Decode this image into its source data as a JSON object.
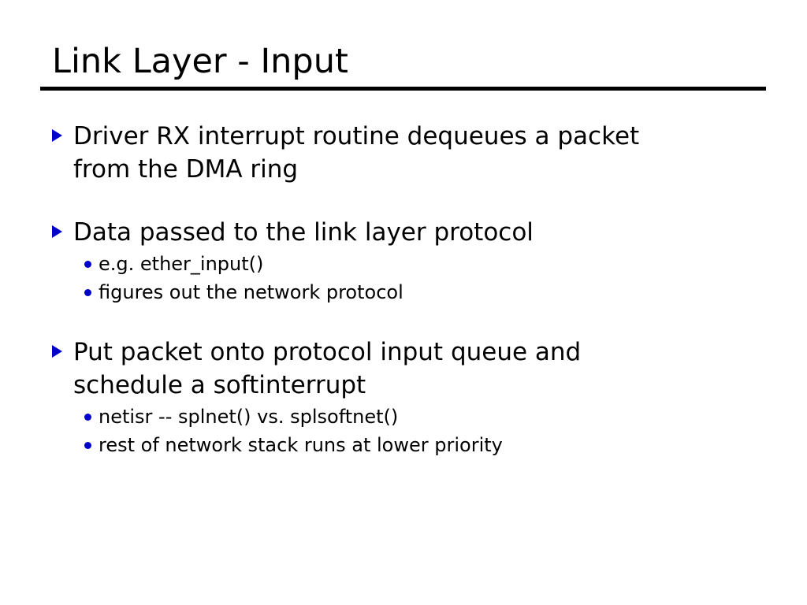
{
  "slide": {
    "title": "Link Layer - Input",
    "bullet_marker_color": "#0000cc",
    "text_color": "#000000",
    "background_color": "#ffffff",
    "rule_color": "#000000",
    "content": [
      {
        "text": "Driver RX interrupt routine dequeues a packet from the DMA ring",
        "sub": []
      },
      {
        "text": "Data passed to the link layer protocol",
        "sub": [
          "e.g. ether_input()",
          "figures out the network protocol"
        ]
      },
      {
        "text": "Put packet onto protocol input queue and schedule a softinterrupt",
        "sub": [
          "netisr -- splnet() vs. splsoftnet()",
          "rest of network stack runs at lower priority"
        ]
      }
    ]
  }
}
